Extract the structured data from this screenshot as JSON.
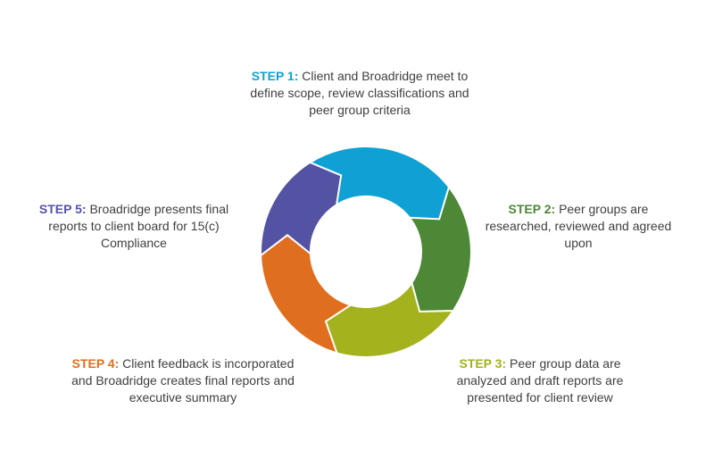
{
  "steps": [
    {
      "tag": "STEP 1:",
      "text": "Client and Broadridge meet to define scope, review classifications and peer group criteria",
      "color": "#0fa1d3"
    },
    {
      "tag": "STEP 2:",
      "text": "Peer groups are researched, reviewed and agreed upon",
      "color": "#4d8836"
    },
    {
      "tag": "STEP 3:",
      "text": "Peer group data are analyzed and draft reports are presented for client review",
      "color": "#a4b21e"
    },
    {
      "tag": "STEP 4:",
      "text": "Client feedback is incorporated and Broadridge creates final reports and executive summary",
      "color": "#e06e1f"
    },
    {
      "tag": "STEP 5:",
      "text": "Broadridge presents final reports to client board for 15(c) Compliance",
      "color": "#5452a3"
    }
  ]
}
